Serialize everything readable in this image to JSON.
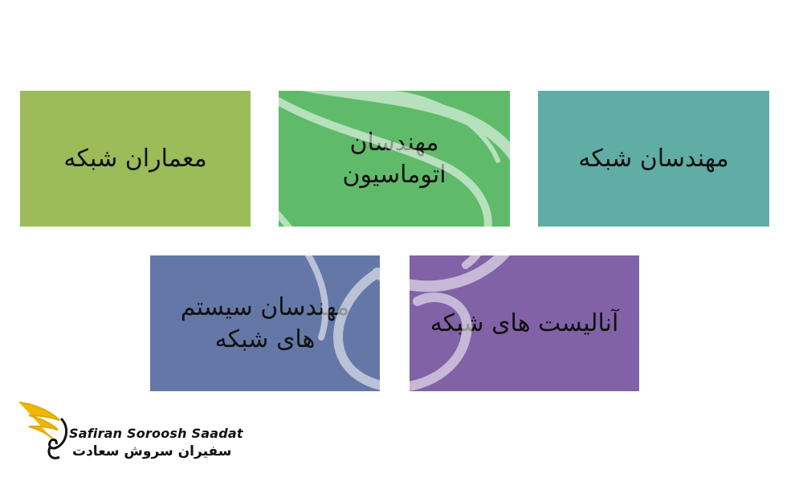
{
  "boxes": [
    {
      "id": "network-architects",
      "label": "معماران شبکه",
      "color": "#9cbb59"
    },
    {
      "id": "automation-engineers",
      "label": "مهندسان اتوماسیون",
      "color": "#5fbb6a"
    },
    {
      "id": "network-engineers",
      "label": "مهندسان شبکه",
      "color": "#5fada4"
    },
    {
      "id": "network-systems-engineers",
      "label": "مهندسان سیستم های شبکه",
      "color": "#6478a7"
    },
    {
      "id": "network-analysts",
      "label": "آنالیست های شبکه",
      "color": "#8162a6"
    }
  ],
  "logo": {
    "name_en": "Safiran Soroosh Saadat",
    "name_fa": "سفیران سروش سعادت",
    "icon": "wing-swirl-logo-icon",
    "accent_color": "#f2b705"
  }
}
